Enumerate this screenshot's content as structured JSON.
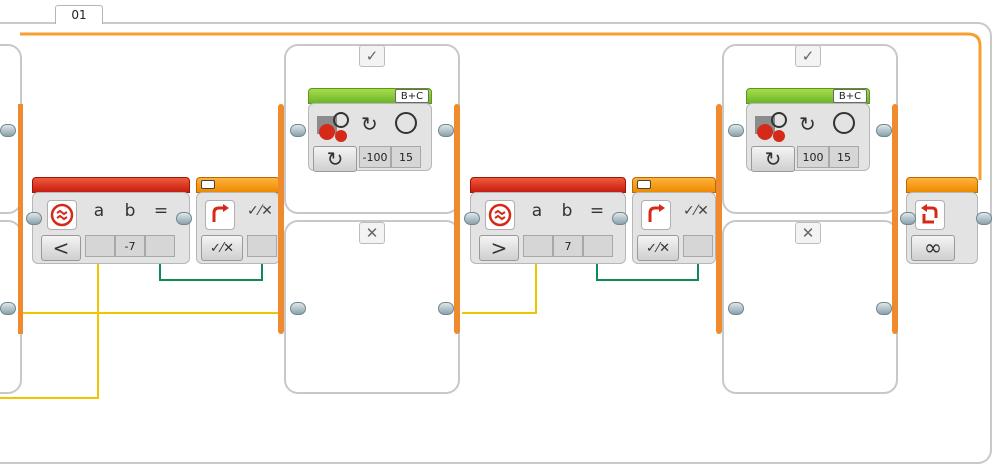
{
  "loop": {
    "name_tab": "01",
    "count_symbol": "∞"
  },
  "switch_cases": {
    "true_symbol": "✓",
    "false_symbol": "✕"
  },
  "compare_blocks": [
    {
      "a_label": "a",
      "b_label": "b",
      "eq_label": "=",
      "mode_symbol": "<",
      "b_value": "-7"
    },
    {
      "a_label": "a",
      "b_label": "b",
      "eq_label": "=",
      "mode_symbol": ">",
      "b_value": "7"
    }
  ],
  "motor_blocks": [
    {
      "ports": "B+C",
      "steering": "-100",
      "power": "15"
    },
    {
      "ports": "B+C",
      "steering": "100",
      "power": "15"
    }
  ],
  "logic_symbol": "✓⁄✕",
  "colors": {
    "sequence_wire": "#f08a2e",
    "data_wire_numeric": "#f5c400",
    "data_wire_logic": "#0f8a55",
    "compare_header": "#d52a18",
    "switch_header": "#f29a12",
    "motor_header": "#7cc236"
  }
}
